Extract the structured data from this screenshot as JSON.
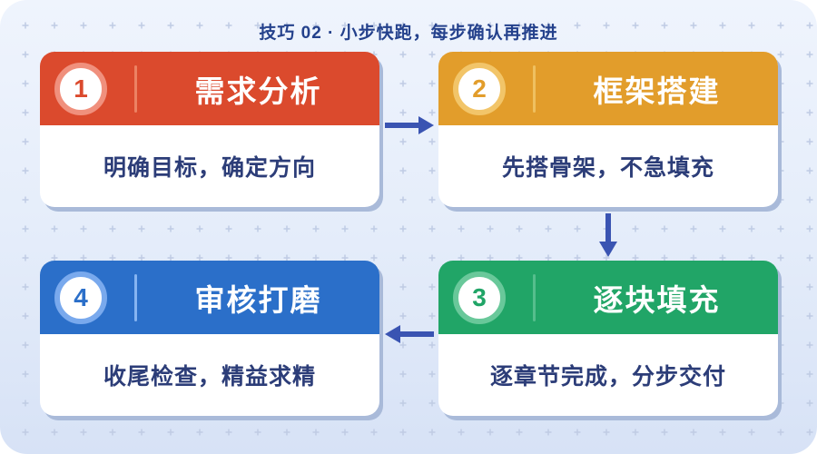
{
  "header": {
    "title": "技巧 02 · 小步快跑，每步确认再推进"
  },
  "steps": [
    {
      "number": "1",
      "title": "需求分析",
      "description": "明确目标，确定方向",
      "accent_color": "#db4a2d"
    },
    {
      "number": "2",
      "title": "框架搭建",
      "description": "先搭骨架，不急填充",
      "accent_color": "#e29d2b"
    },
    {
      "number": "3",
      "title": "逐块填充",
      "description": "逐章节完成，分步交付",
      "accent_color": "#21a567"
    },
    {
      "number": "4",
      "title": "审核打磨",
      "description": "收尾检查，精益求精",
      "accent_color": "#2b6fc9"
    }
  ],
  "flow": {
    "arrows": [
      {
        "from": "1",
        "to": "2",
        "direction": "right"
      },
      {
        "from": "2",
        "to": "3",
        "direction": "down"
      },
      {
        "from": "3",
        "to": "4",
        "direction": "left"
      }
    ]
  },
  "colors": {
    "arrow": "#3a54b2",
    "page_title_text": "#24418c",
    "body_text": "#2c3d78",
    "card_shadow": "#a9bad9",
    "background_top": "#eff4fd",
    "background_bottom": "#d7e2f6",
    "dot_marks": "#bfcbe4"
  }
}
